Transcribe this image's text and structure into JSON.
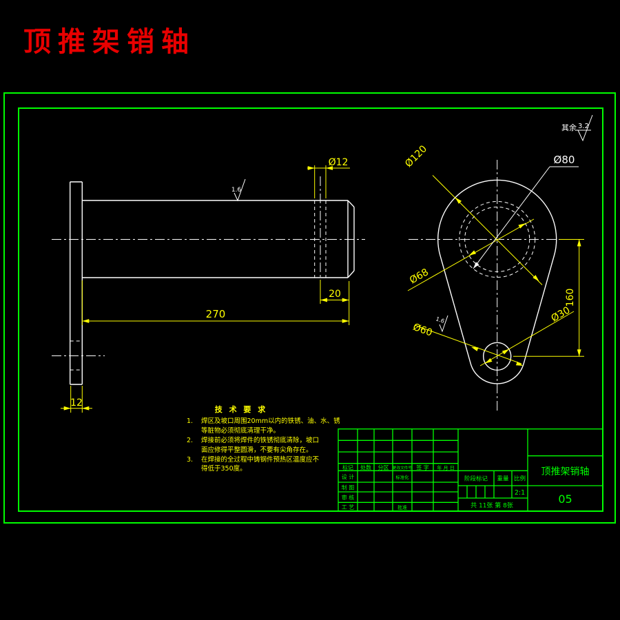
{
  "page": {
    "header_title": "顶推架销轴"
  },
  "roughness_note": {
    "prefix": "其余",
    "value": "3.2"
  },
  "side_view": {
    "dia_hole": "Ø12",
    "roughness": "1.6",
    "len_end": "20",
    "len_total": "270",
    "plate_thickness": "12"
  },
  "front_view": {
    "dia_outer": "Ø120",
    "dia_shaft": "Ø80",
    "dia_bore": "Ø68",
    "dia_boss": "Ø60",
    "roughness": "1.6",
    "dia_hole": "Ø30",
    "center_distance": "160"
  },
  "tech_requirements": {
    "title": "技 术 要 求",
    "items": [
      {
        "no": "1.",
        "line1": "焊区及坡口周围20mm以内的铁锈、油、水、锈",
        "line2": "等脏物必须彻底清理干净。"
      },
      {
        "no": "2.",
        "line1": "焊接前必须将焊件的铁锈彻底清除，坡口",
        "line2": "面应修得平整圆滑，不要有尖角存在。"
      },
      {
        "no": "3.",
        "line1": "在焊接的全过程中铸钢件预热区温度应不",
        "line2": "得低于350度。"
      }
    ]
  },
  "title_block": {
    "header": [
      "标记",
      "处数",
      "分区",
      "更改文件号",
      "签 字",
      "年 月 日"
    ],
    "row_labels": [
      "设 计",
      "制 图",
      "审 核",
      "工 艺"
    ],
    "standardization": "标准化",
    "approve": "批准",
    "stage_label": "阶段标记",
    "weight_label": "重量",
    "scale_label": "比例",
    "scale_value": "2:1",
    "sheet_info": "共 11张 第 8张",
    "part_name": "顶推架销轴",
    "drawing_no": "05"
  },
  "colors": {
    "frame": "#00ff00",
    "lines": "#ffffff",
    "dims": "#ffff00",
    "title": "#e80000"
  }
}
